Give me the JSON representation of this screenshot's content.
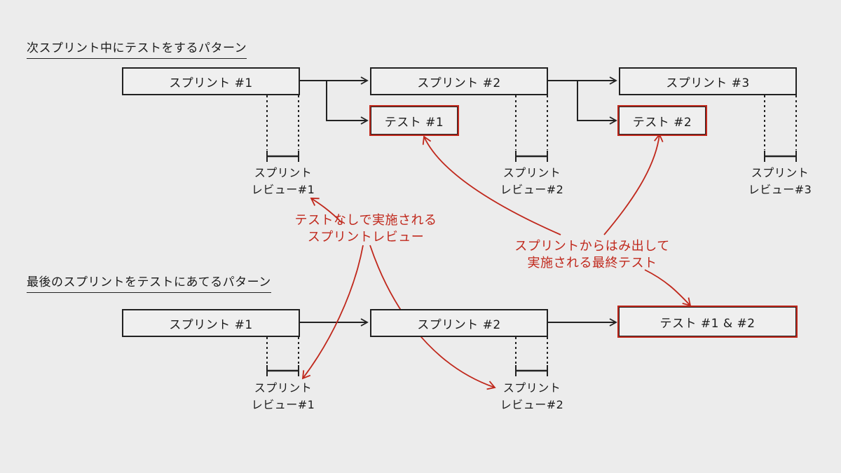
{
  "pattern1": {
    "title": "次スプリント中にテストをするパターン",
    "sprints": [
      "スプリント #1",
      "スプリント #2",
      "スプリント #3"
    ],
    "tests": [
      "テスト #1",
      "テスト #2"
    ],
    "reviews": [
      {
        "line1": "スプリント",
        "line2": "レビュー#1"
      },
      {
        "line1": "スプリント",
        "line2": "レビュー#2"
      },
      {
        "line1": "スプリント",
        "line2": "レビュー#3"
      }
    ]
  },
  "pattern2": {
    "title": "最後のスプリントをテストにあてるパターン",
    "sprints": [
      "スプリント #1",
      "スプリント #2"
    ],
    "final_test": "テスト #1 & #2",
    "reviews": [
      {
        "line1": "スプリント",
        "line2": "レビュー#1"
      },
      {
        "line1": "スプリント",
        "line2": "レビュー#2"
      }
    ]
  },
  "annotations": {
    "no_test_review": {
      "line1": "テストなしで実施される",
      "line2": "スプリントレビュー"
    },
    "final_test": {
      "line1": "スプリントからはみ出して",
      "line2": "実施される最終テスト"
    }
  },
  "colors": {
    "ink": "#222222",
    "accent": "#c0281c",
    "background": "#ececec"
  }
}
